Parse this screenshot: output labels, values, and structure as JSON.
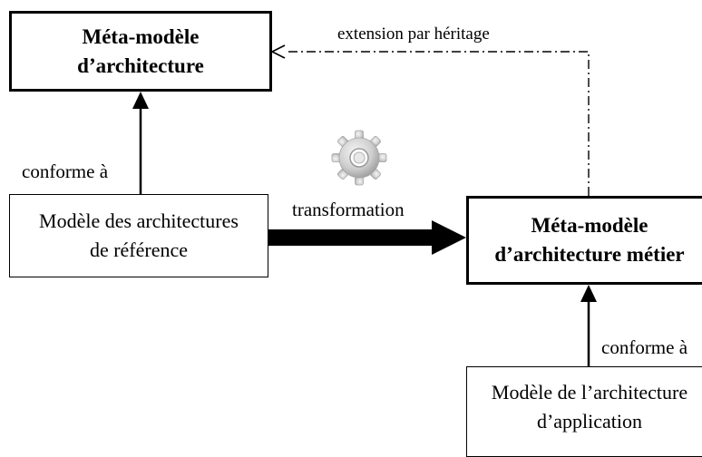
{
  "boxes": {
    "meta_arch": {
      "line1": "Méta-modèle",
      "line2": "d’architecture"
    },
    "ref_models": {
      "line1": "Modèle des architectures",
      "line2": "de référence"
    },
    "meta_business": {
      "line1": "Méta-modèle",
      "line2": "d’architecture métier"
    },
    "app_model": {
      "line1": "Modèle de l’architecture",
      "line2": "d’application"
    }
  },
  "labels": {
    "inheritance": "extension par héritage",
    "conforms_top": "conforme à",
    "transformation": "transformation",
    "conforms_bottom": "conforme à"
  },
  "icons": {
    "transformation": "gear-icon"
  },
  "colors": {
    "line": "#000000",
    "gear": "#c8c8c8"
  }
}
